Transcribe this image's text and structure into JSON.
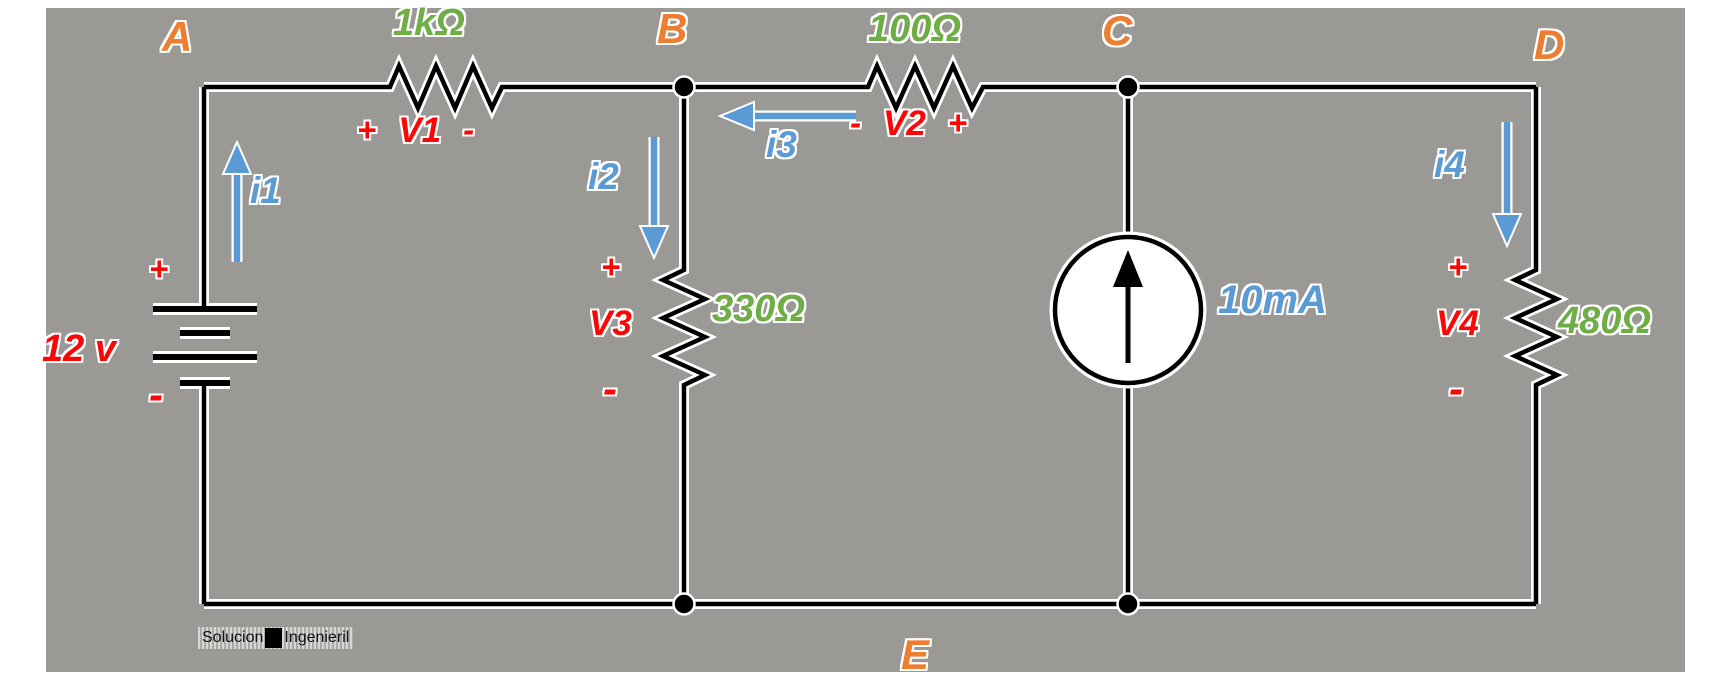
{
  "diagram_type": "electrical-circuit",
  "nodes": {
    "a": "A",
    "b": "B",
    "c": "C",
    "d": "D",
    "e": "E"
  },
  "battery": {
    "value": "12 v",
    "plus": "+",
    "minus": "-"
  },
  "resistors": {
    "r1": {
      "value": "1kΩ",
      "sign_left": "+",
      "name": "V1",
      "sign_right": "-"
    },
    "r2": {
      "value": "100Ω",
      "sign_left": "-",
      "name": "V2",
      "sign_right": "+"
    },
    "r3": {
      "value": "330Ω",
      "sign_top": "+",
      "name": "V3",
      "sign_bottom": "-"
    },
    "r4": {
      "value": "480Ω",
      "sign_top": "+",
      "name": "V4",
      "sign_bottom": "-"
    }
  },
  "current_source": {
    "value": "10mA"
  },
  "currents": {
    "i1": "i1",
    "i2": "i2",
    "i3": "i3",
    "i4": "i4"
  },
  "watermark": {
    "word1": "Solucion",
    "word2": "Ingenieril"
  },
  "colors": {
    "background": "#9A9996",
    "node_label": "#ED7D31",
    "resistor_value": "#6FAD47",
    "voltage_label": "#FB0505",
    "current_label": "#5B9BD5",
    "wire": "#000000"
  }
}
